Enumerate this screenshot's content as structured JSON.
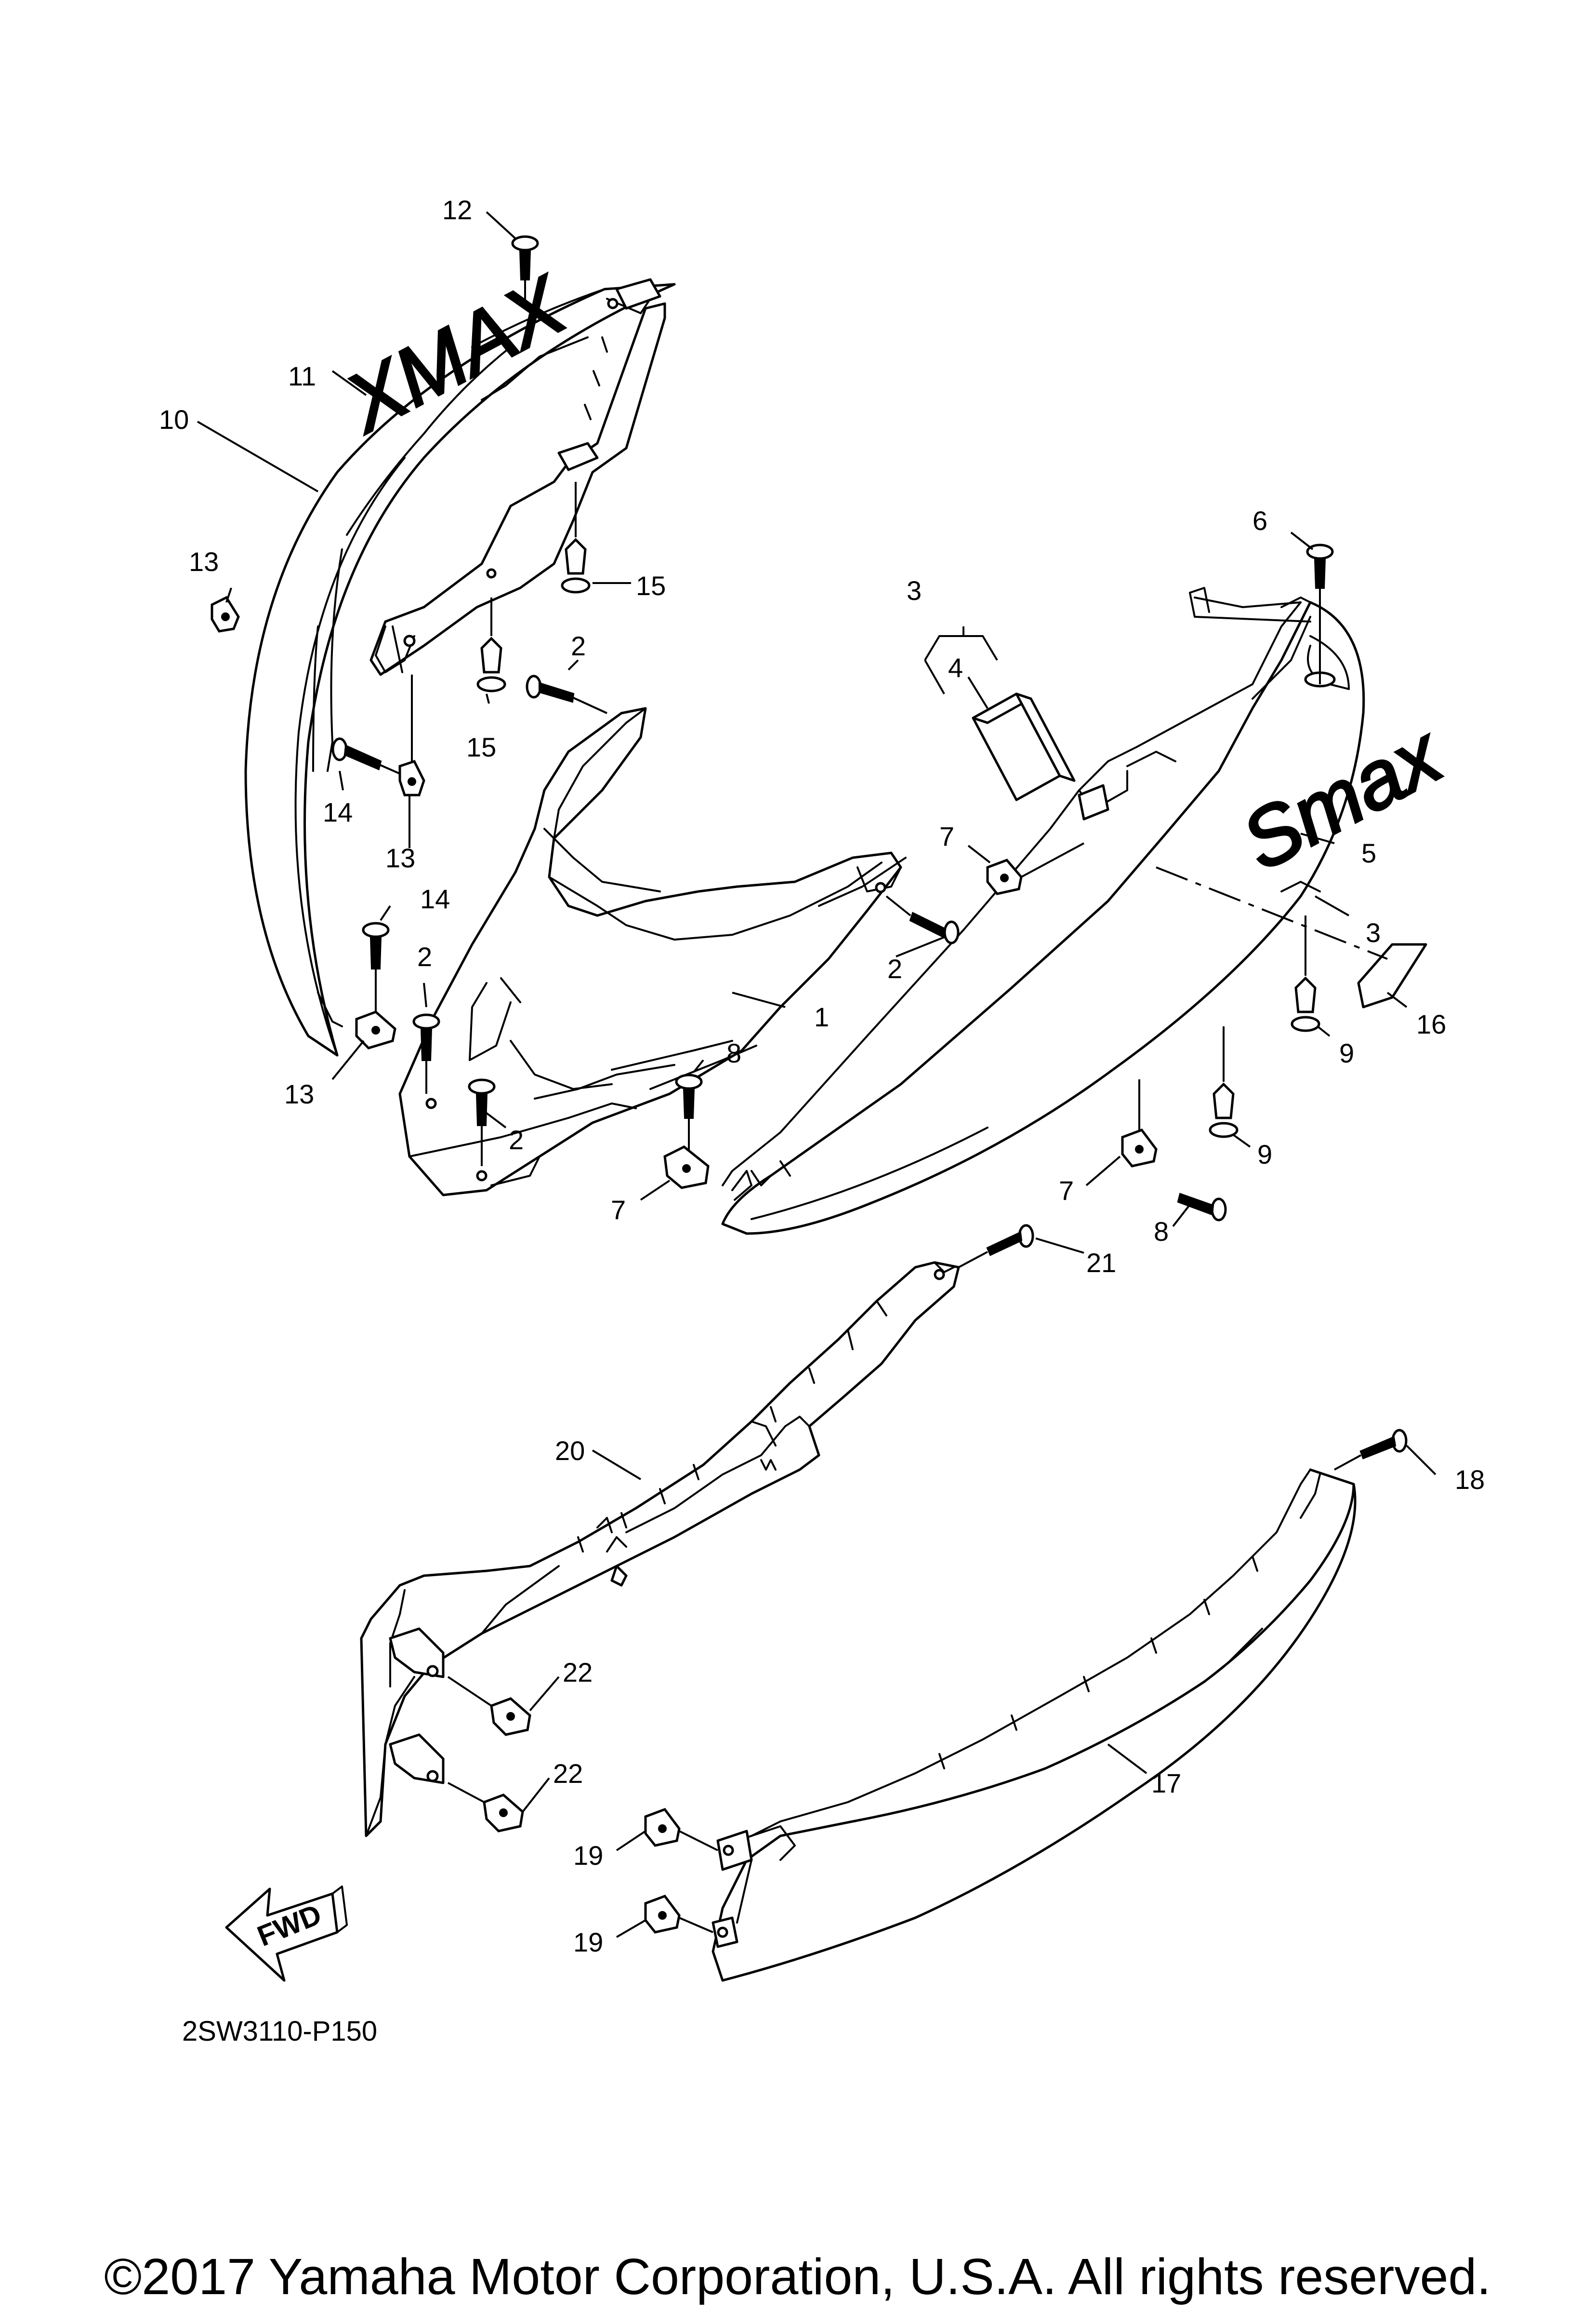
{
  "diagram_code": "2SW3110-P150",
  "copyright": "©2017 Yamaha Motor Corporation, U.S.A. All rights reserved.",
  "fwd_label": "FWD",
  "emblem_texts": [
    "XMAX",
    "Smax"
  ],
  "callouts": {
    "c12": "12",
    "c11": "11",
    "c10": "10",
    "c13a": "13",
    "c15a": "15",
    "c15b": "15",
    "c2a": "2",
    "c14a": "14",
    "c13b": "13",
    "c14b": "14",
    "c2b": "2",
    "c13c": "13",
    "c2c": "2",
    "c1": "1",
    "c8a": "8",
    "c7a": "7",
    "c2d": "2",
    "c3a": "3",
    "c4": "4",
    "c6": "6",
    "c7b": "7",
    "c5": "5",
    "c3b": "3",
    "c16": "16",
    "c9a": "9",
    "c9b": "9",
    "c7c": "7",
    "c8b": "8",
    "c21": "21",
    "c20": "20",
    "c18": "18",
    "c22a": "22",
    "c22b": "22",
    "c17": "17",
    "c19a": "19",
    "c19b": "19"
  }
}
